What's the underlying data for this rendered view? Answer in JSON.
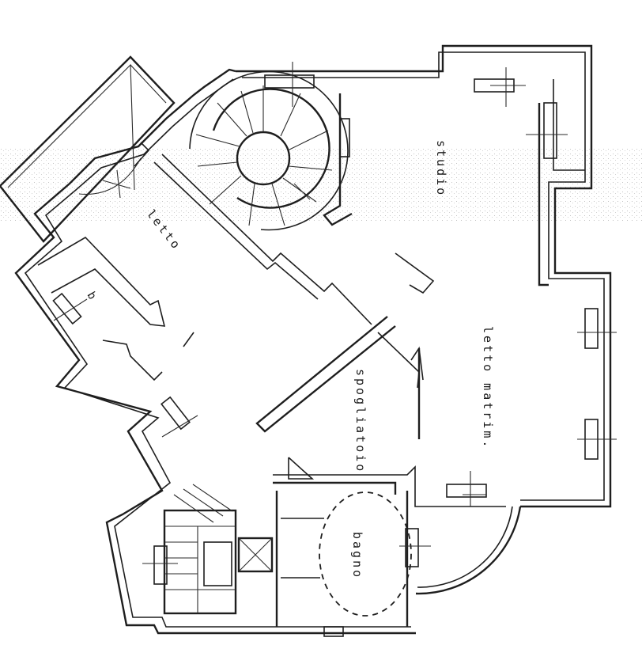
{
  "rooms": {
    "studio": "studio",
    "letto": "letto",
    "letto_matrim": "letto matrim.",
    "spogliatoio": "spogliatoio",
    "bagno": "bagno",
    "b": "b"
  },
  "colors": {
    "line": "#1e1e1e",
    "paper": "#ffffff",
    "scan_noise": "#bdbdbd"
  }
}
